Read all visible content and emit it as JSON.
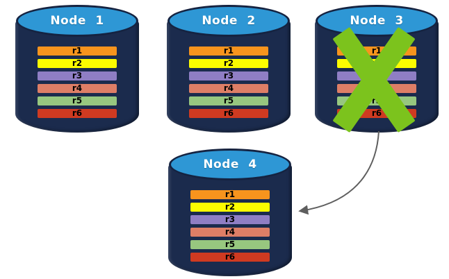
{
  "diagram": {
    "description": "Replicated database cluster: Node 3 fails and its replicas fail over to Node 4",
    "colors": {
      "cylinder_body": "#1B2B4D",
      "cylinder_top": "#2E97D5",
      "cylinder_outline": "#152341",
      "node_label_text": "#FFFFFF",
      "row_label_text": "#000000",
      "x_mark": "#7CC31D",
      "arrow": "#5E5E5E"
    },
    "nodes": [
      {
        "label": "Node 1",
        "failed": false,
        "rows": [
          {
            "label": "r1",
            "color": "#F7941D"
          },
          {
            "label": "r2",
            "color": "#FCFC00"
          },
          {
            "label": "r3",
            "color": "#8F7EC4"
          },
          {
            "label": "r4",
            "color": "#DE7E66"
          },
          {
            "label": "r5",
            "color": "#97C77F"
          },
          {
            "label": "r6",
            "color": "#CF3A21"
          }
        ]
      },
      {
        "label": "Node 2",
        "failed": false,
        "rows": [
          {
            "label": "r1",
            "color": "#F7941D"
          },
          {
            "label": "r2",
            "color": "#FCFC00"
          },
          {
            "label": "r3",
            "color": "#8F7EC4"
          },
          {
            "label": "r4",
            "color": "#DE7E66"
          },
          {
            "label": "r5",
            "color": "#97C77F"
          },
          {
            "label": "r6",
            "color": "#CF3A21"
          }
        ]
      },
      {
        "label": "Node 3",
        "failed": true,
        "rows": [
          {
            "label": "r1",
            "color": "#F7941D"
          },
          {
            "label": "r2",
            "color": "#FCFC00"
          },
          {
            "label": "r3",
            "color": "#8F7EC4"
          },
          {
            "label": "r4",
            "color": "#DE7E66"
          },
          {
            "label": "r5",
            "color": "#97C77F"
          },
          {
            "label": "r6",
            "color": "#CF3A21"
          }
        ]
      },
      {
        "label": "Node 4",
        "failed": false,
        "rows": [
          {
            "label": "r1",
            "color": "#F7941D"
          },
          {
            "label": "r2",
            "color": "#FCFC00"
          },
          {
            "label": "r3",
            "color": "#8F7EC4"
          },
          {
            "label": "r4",
            "color": "#DE7E66"
          },
          {
            "label": "r5",
            "color": "#97C77F"
          },
          {
            "label": "r6",
            "color": "#CF3A21"
          }
        ]
      }
    ]
  }
}
